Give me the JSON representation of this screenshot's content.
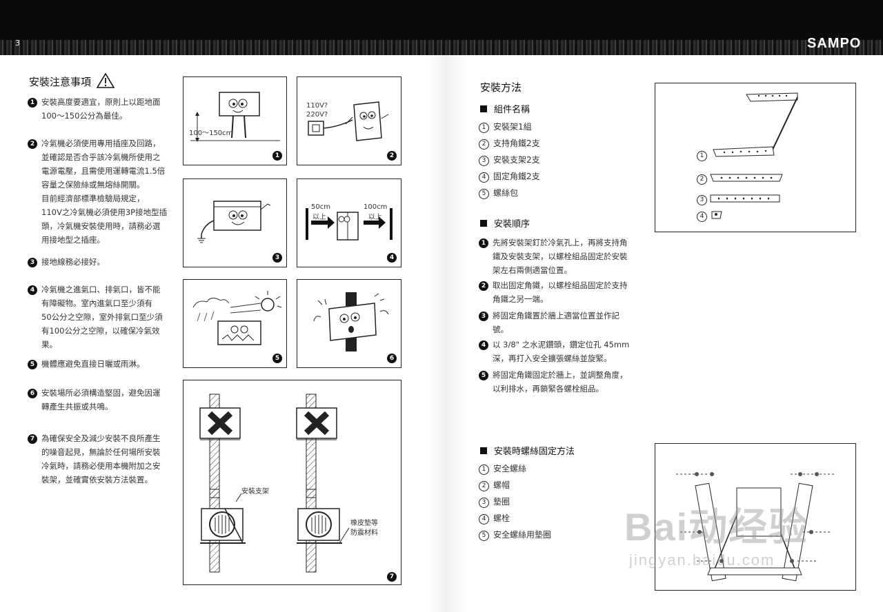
{
  "header": {
    "page_number": "3",
    "brand": "SAMPO"
  },
  "left": {
    "title": "安裝注意事項",
    "items": [
      {
        "n": "1",
        "lines": [
          "安裝高度要適宜，原則上以距地面",
          "100～150公分為最佳。"
        ]
      },
      {
        "n": "2",
        "lines": [
          "冷氣機必須使用專用插座及回路，",
          "並確認是否合乎該冷氣機所使用之",
          "電源電壓，且需使用運轉電流1.5倍",
          "容量之保險絲或無熔絲開關。",
          "目前經濟部標準檢驗局規定，",
          "110V之冷氣機必須使用3P接地型插",
          "頭，冷氣機安裝使用時，請務必選",
          "用接地型之插座。"
        ]
      },
      {
        "n": "3",
        "lines": [
          "接地線務必接好。"
        ]
      },
      {
        "n": "4",
        "lines": [
          "冷氣機之進氣口、排氣口，皆不能",
          "有障礙物。室內進氣口至少須有",
          "50公分之空隙，室外排氣口至少須",
          "有100公分之空隙，以確保冷氣效",
          "果。"
        ]
      },
      {
        "n": "5",
        "lines": [
          "機體應避免直接日曬或雨淋。"
        ]
      },
      {
        "n": "6",
        "lines": [
          "安裝場所必須構造堅固，避免因運",
          "轉產生共振或共鳴。"
        ]
      },
      {
        "n": "7",
        "lines": [
          "為確保安全及減少安裝不良所產生",
          "的噪音起見，無論於任何場所安裝",
          "冷氣時，請務必使用本機附加之安",
          "裝架，並確實依安裝方法裝置。"
        ]
      }
    ]
  },
  "figures": {
    "f1": {
      "badge": "1",
      "label": "100～150cm"
    },
    "f2": {
      "badge": "2",
      "label1": "110V?",
      "label2": "220V?"
    },
    "f3": {
      "badge": "3"
    },
    "f4": {
      "badge": "4",
      "left_top": "50cm",
      "left_bottom": "以上",
      "right_top": "100cm",
      "right_bottom": "以上"
    },
    "f5": {
      "badge": "5"
    },
    "f6": {
      "badge": "6"
    },
    "f7": {
      "badge": "7",
      "bracket_label": "安裝支架",
      "pad_label1": "橡皮墊等",
      "pad_label2": "防震材料"
    }
  },
  "right": {
    "title": "安裝方法",
    "parts_heading": "組件名稱",
    "parts": [
      {
        "n": "1",
        "text": "安裝架1組"
      },
      {
        "n": "2",
        "text": "支持角鐵2支"
      },
      {
        "n": "3",
        "text": "安裝支架2支"
      },
      {
        "n": "4",
        "text": "固定角鐵2支"
      },
      {
        "n": "5",
        "text": "螺絲包"
      }
    ],
    "steps_heading": "安裝順序",
    "steps": [
      {
        "n": "1",
        "lines": [
          "先將安裝架釘於冷氣孔上，再將支持角",
          "鐵及安裝支架，以螺栓組品固定於安裝",
          "架左右兩側適當位置。"
        ]
      },
      {
        "n": "2",
        "lines": [
          "取出固定角鐵，以螺栓組品固定於支持",
          "角鐵之另一端。"
        ]
      },
      {
        "n": "3",
        "lines": [
          "將固定角鐵置於牆上適當位置並作記",
          "號。"
        ]
      },
      {
        "n": "4",
        "lines": [
          "以 3/8\" 之水泥鑽頭，鑽定位孔 45mm",
          "深，再打入安全擴張螺絲並旋緊。"
        ]
      },
      {
        "n": "5",
        "lines": [
          "將固定角鐵固定於牆上，並調整角度，",
          "以利排水，再鎖緊各螺栓組品。"
        ]
      }
    ],
    "screws_heading": "安裝時螺絲固定方法",
    "screws": [
      {
        "n": "1",
        "text": "安全螺絲"
      },
      {
        "n": "2",
        "text": "螺帽"
      },
      {
        "n": "3",
        "text": "墊圈"
      },
      {
        "n": "4",
        "text": "螺栓"
      },
      {
        "n": "5",
        "text": "安全螺絲用墊圈"
      }
    ],
    "parts_fig_labels": [
      "1",
      "2",
      "3",
      "4"
    ]
  },
  "watermark": {
    "main": "Bai动经验",
    "sub": "jingyan.baidu.com"
  }
}
